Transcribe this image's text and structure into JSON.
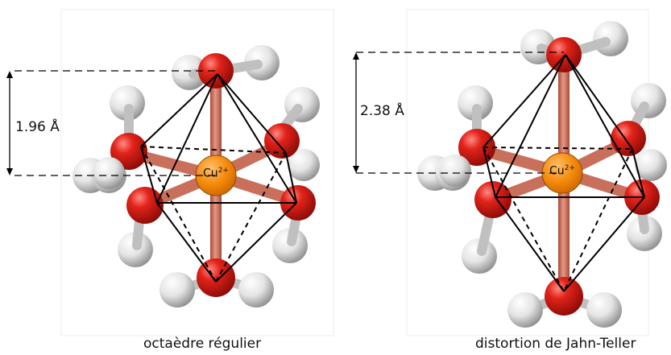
{
  "diagrams": [
    {
      "distance": "1.96 Å",
      "center_ion": "Cu",
      "center_charge": "2+",
      "caption": "octaèdre régulier"
    },
    {
      "distance": "2.38 Å",
      "center_ion": "Cu",
      "center_charge": "2+",
      "caption": "distortion de Jahn-Teller"
    }
  ],
  "colors": {
    "oxygen": "#d81410",
    "hydrogen": "#e8e8e8",
    "copper": "#f5890a",
    "cu_o_bond": "#d8806a",
    "octahedron_edge": "#000000"
  }
}
